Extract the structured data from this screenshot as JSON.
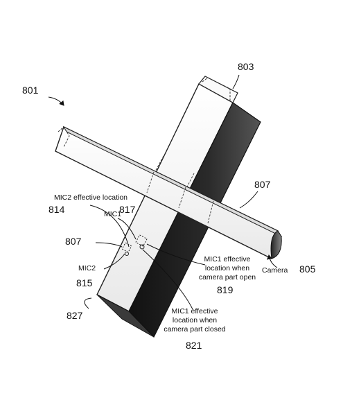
{
  "labels": {
    "fig": "801",
    "ref_803": "803",
    "ref_807_right": "807",
    "ref_807_left": "807",
    "mic2_effective": "MIC2 effective location",
    "ref_814": "814",
    "mic1": "MIC1",
    "ref_817": "817",
    "mic2": "MIC2",
    "ref_815": "815",
    "mic1_open_line1": "MIC1 effective",
    "mic1_open_line2": "location when",
    "mic1_open_line3": "camera part open",
    "ref_819": "819",
    "camera": "Camera",
    "ref_805": "805",
    "ref_827": "827",
    "mic1_closed_line1": "MIC1 effective",
    "mic1_closed_line2": "location when",
    "mic1_closed_line3": "camera part closed",
    "ref_821": "821"
  }
}
